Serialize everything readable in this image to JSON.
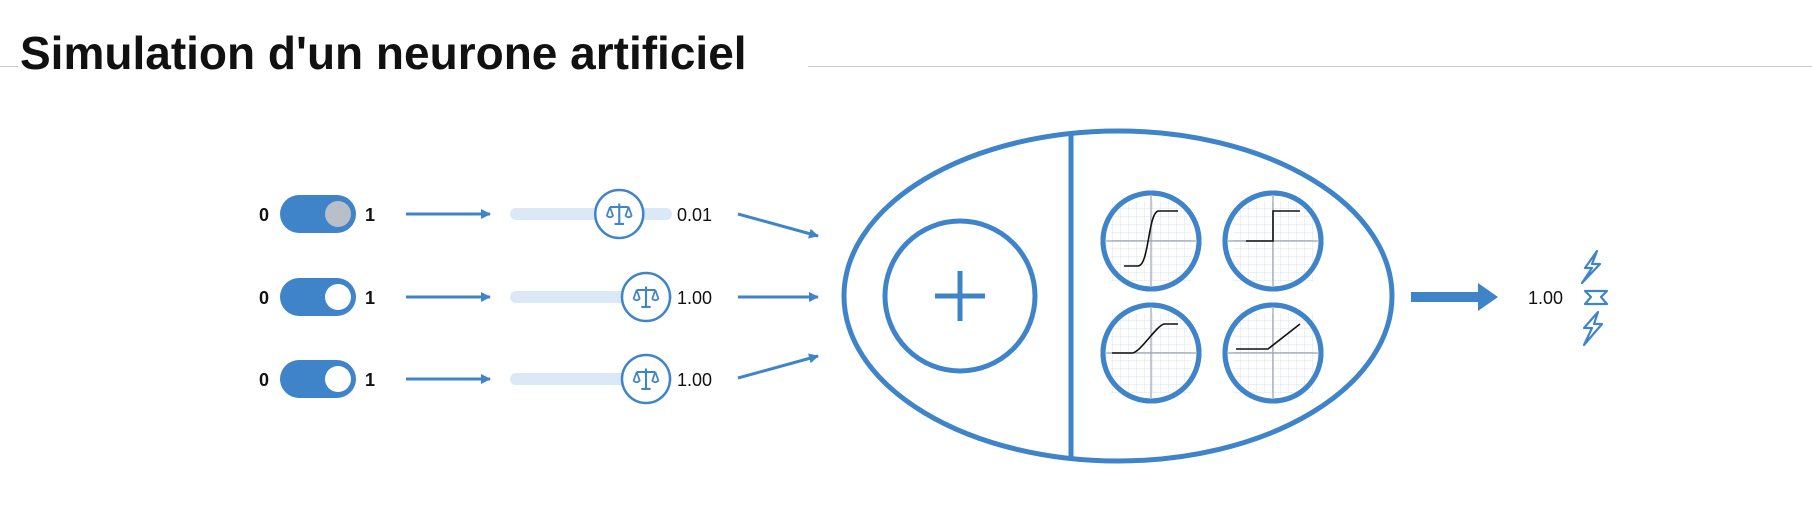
{
  "title": "Simulation d'un neurone artificiel",
  "colors": {
    "accent": "#3f84c9",
    "track": "#dbe8f5",
    "toggle_knob_off": "#b9bfc8",
    "toggle_knob_on": "#ffffff",
    "text": "#111111"
  },
  "inputs": [
    {
      "label_off": "0",
      "label_on": "1",
      "state": 0,
      "weight": "0.01",
      "weight_value": 0.01,
      "icon": "balance-scale-icon"
    },
    {
      "label_off": "0",
      "label_on": "1",
      "state": 1,
      "weight": "1.00",
      "weight_value": 1.0,
      "icon": "balance-scale-icon"
    },
    {
      "label_off": "0",
      "label_on": "1",
      "state": 1,
      "weight": "1.00",
      "weight_value": 1.0,
      "icon": "balance-scale-icon"
    }
  ],
  "neuron": {
    "sum_icon": "plus-icon",
    "activations": [
      {
        "name": "sigmoid",
        "icon": "sigmoid-curve-icon"
      },
      {
        "name": "step",
        "icon": "step-function-icon"
      },
      {
        "name": "linear-saturated",
        "icon": "linear-saturated-icon"
      },
      {
        "name": "relu",
        "icon": "relu-icon"
      }
    ]
  },
  "output": {
    "value": "1.00",
    "icon": "lightning-bolt-icon"
  }
}
